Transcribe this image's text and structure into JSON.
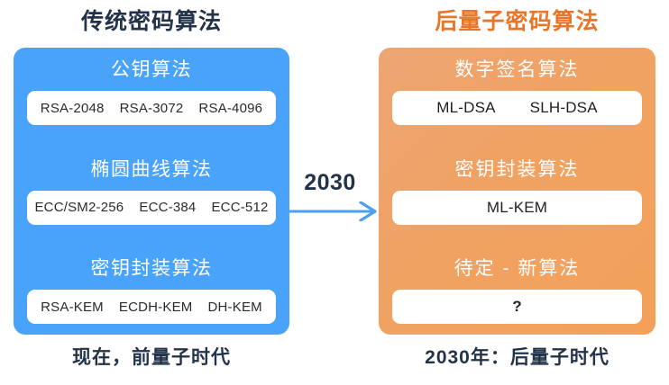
{
  "colors": {
    "background": "#ffffff",
    "legacy_panel": "#4aa3fa",
    "pqc_panel_start": "#eda573",
    "pqc_panel_end": "#f3a159",
    "legacy_title": "#22334a",
    "pqc_title": "#e8762a",
    "arrow": "#4a9ff0",
    "pill_background": "#ffffff",
    "caption_text": "#22334a"
  },
  "left_column": {
    "title": "传统密码算法",
    "caption": "现在，前量子时代",
    "groups": [
      {
        "title": "公钥算法",
        "items": [
          "RSA-2048",
          "RSA-3072",
          "RSA-4096"
        ]
      },
      {
        "title": "椭圆曲线算法",
        "items": [
          "ECC/SM2-256",
          "ECC-384",
          "ECC-512"
        ]
      },
      {
        "title": "密钥封装算法",
        "items": [
          "RSA-KEM",
          "ECDH-KEM",
          "DH-KEM"
        ]
      }
    ]
  },
  "transition": {
    "label": "2030",
    "arrow_direction": "right"
  },
  "right_column": {
    "title": "后量子密码算法",
    "caption": "2030年：后量子时代",
    "groups": [
      {
        "title": "数字签名算法",
        "items": [
          "ML-DSA",
          "SLH-DSA"
        ]
      },
      {
        "title": "密钥封装算法",
        "items": [
          "ML-KEM"
        ]
      },
      {
        "title": "待定 - 新算法",
        "items": [
          "?"
        ]
      }
    ]
  }
}
